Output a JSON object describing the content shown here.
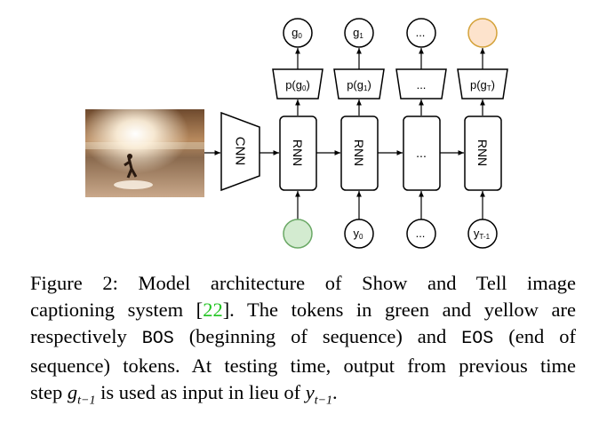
{
  "diagram": {
    "cnn_label": "CNN",
    "columns": [
      {
        "output": {
          "base": "g",
          "sub": "0"
        },
        "prob": {
          "text": "p(g",
          "sub": "0",
          "close": ")"
        },
        "cell": "RNN",
        "input": {
          "base": "",
          "sub": "",
          "fill": "#d3ebd0",
          "stroke": "#6aa865"
        }
      },
      {
        "output": {
          "base": "g",
          "sub": "1"
        },
        "prob": {
          "text": "p(g",
          "sub": "1",
          "close": ")"
        },
        "cell": "RNN",
        "input": {
          "base": "y",
          "sub": "0",
          "fill": "#ffffff",
          "stroke": "#000000"
        }
      },
      {
        "output": {
          "base": "...",
          "sub": ""
        },
        "prob": {
          "text": "...",
          "sub": "",
          "close": ""
        },
        "cell": "...",
        "input": {
          "base": "...",
          "sub": "",
          "fill": "#ffffff",
          "stroke": "#000000"
        }
      },
      {
        "output": {
          "base": "",
          "sub": "",
          "fill": "#fde3cc",
          "stroke": "#d4a23a"
        },
        "prob": {
          "text": "p(g",
          "sub": "T",
          "close": ")"
        },
        "cell": "RNN",
        "input": {
          "base": "y",
          "sub": "T-1",
          "fill": "#ffffff",
          "stroke": "#000000"
        }
      }
    ]
  },
  "caption": {
    "line1": "Figure 2:  Model architecture of Show and Tell image",
    "line2_a": "captioning system [",
    "line2_cite": "22",
    "line2_b": "]. The tokens in green and yellow are",
    "line3_a": "respectively ",
    "line3_bos": "BOS",
    "line3_b": " (beginning of sequence) and ",
    "line3_eos": "EOS",
    "line3_c": " (end of",
    "line4": "sequence) tokens. At testing time, output from previous time",
    "line5_a": "step ",
    "line5_g": "g",
    "line5_gsub": "t−1",
    "line5_b": " is used as input in lieu of ",
    "line5_y": "y",
    "line5_ysub": "t−1",
    "line5_c": "."
  }
}
